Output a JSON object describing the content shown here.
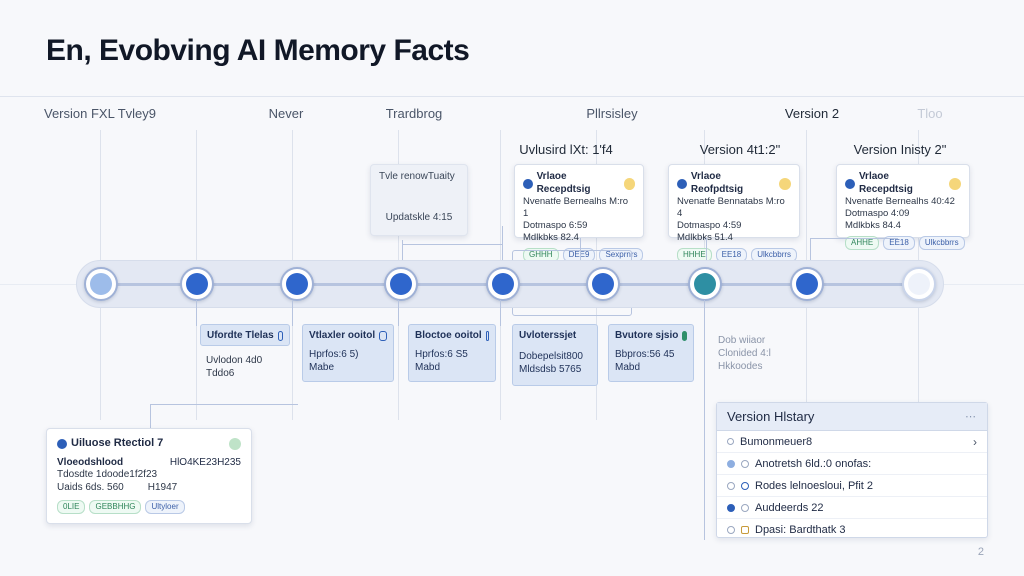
{
  "title": "En, Evobving AI Memory Facts",
  "column_labels": [
    "Version FXL Tvley9",
    "Never",
    "Trardbrog",
    "Pllrsisley",
    "Version 2",
    "Tloo"
  ],
  "header_labels": [
    "Uvlusird lXt: 1'f4",
    "Version 4t1:2\"",
    "Version Inisty 2\""
  ],
  "floating_card": {
    "title": "Tvle renowTuaity",
    "body": "Updatskle 4:15"
  },
  "top_cards": [
    {
      "title": "Vrlaoe Recepdtsig",
      "lines": [
        "Nvenatfe Bernealhs M:ro 1",
        "Dotmaspo 6:59",
        "Mdlkbks 82.4"
      ],
      "chips": [
        "GHHH",
        "DEE9",
        "Sexprnrs"
      ]
    },
    {
      "title": "Vrlaoe Reofpdtsig",
      "lines": [
        "Nvenatfe Bennatabs M:ro 4",
        "Dotmaspo 4:59",
        "Mdlkbks 51.4"
      ],
      "chips": [
        "HHHE",
        "EE18",
        "Ulkcbbrrs"
      ]
    },
    {
      "title": "Vrlaoe Recepdtsig",
      "lines": [
        "Nvenatfe Bernealhs 40:42",
        "Dotmaspo 4:09",
        "Mdlkbks 84.4"
      ],
      "chips": [
        "AHHE",
        "EE18",
        "Ulkcbbrrs"
      ]
    }
  ],
  "lower_cards": [
    {
      "title": "Ufordte Tlelas",
      "sub": [
        "Uvlodon 4d0",
        "Tddo6"
      ]
    },
    {
      "title": "Vtlaxler ooitol",
      "sub": [
        "Hprfos:6 5)",
        "Mabe"
      ]
    },
    {
      "title": "Bloctoe ooitol",
      "sub": [
        "Hprfos:6 S5",
        "Mabd"
      ]
    },
    {
      "title": "Uvloterssjet",
      "sub": [
        "Dobepelsit800",
        "Mldsdsb 5765"
      ]
    },
    {
      "title": "Bvutore sjsio",
      "sub": [
        "Bbpros:56 45",
        "Mabd"
      ]
    }
  ],
  "side_note": [
    "Dob wiiaor",
    "Clonided 4:l",
    "Hkkoodes"
  ],
  "bottom_card": {
    "title": "Uiluose Rtectiol 7",
    "row1_left": "Vloeodshlood",
    "row1_right": "HlO4KE23H235",
    "row2_left": "Tdosdte 1doode1f2f23",
    "row3_left": "Uaids 6ds. 560",
    "row3_right": "H1947",
    "chips": [
      "0LIE",
      "GEBBHHG",
      "Ultyloer"
    ]
  },
  "version_panel": {
    "title": "Version Hlstary",
    "rows": [
      {
        "text": "Bumonmeuer8",
        "state": "header"
      },
      {
        "text": "Anotretsh 6ld.:0 onofas:",
        "state": "dot"
      },
      {
        "text": "Rodes lelnoesloui, Pfit 2",
        "state": "off"
      },
      {
        "text": "Auddeerds 22",
        "state": "on"
      },
      {
        "text": "Dpasi: Bardthatk 3",
        "state": "off"
      }
    ]
  },
  "page_number": "2",
  "colors": {
    "accent": "#2d5fb8",
    "track": "#e3e8f3",
    "node_dark": "#2f66cc",
    "node_teal": "#2e8fa3",
    "node_light": "#9dbcea"
  },
  "nodes": [
    "light",
    "dark",
    "dark",
    "dark",
    "dark",
    "dark",
    "teal",
    "dark",
    "pale"
  ]
}
